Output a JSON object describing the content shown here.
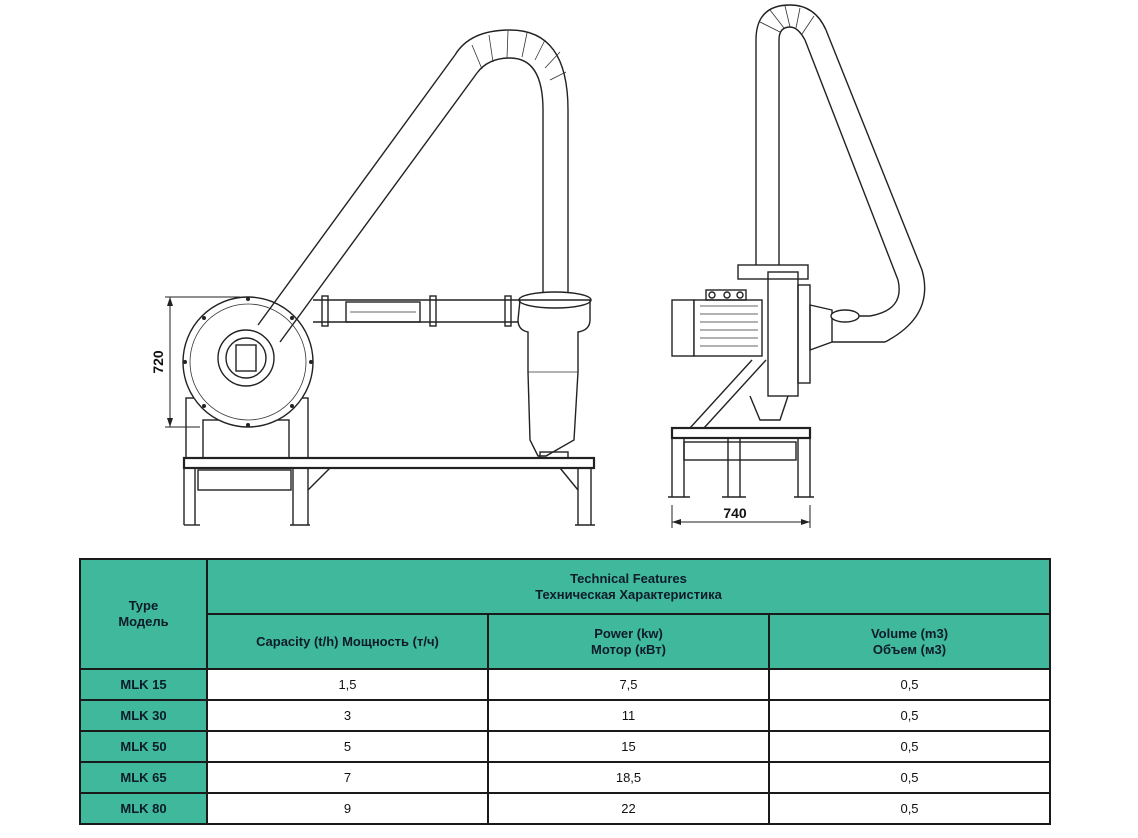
{
  "drawing": {
    "dim_height": "720",
    "dim_width": "740"
  },
  "table": {
    "type_header_en": "Type",
    "type_header_ru": "Модель",
    "group_header_en": "Technical Features",
    "group_header_ru": "Техническая Характеристика",
    "columns": {
      "capacity": "Capacity (t/h) Мощность (т/ч)",
      "power_en": "Power (kw)",
      "power_ru": "Мотор (кВт)",
      "volume_en": "Volume (m3)",
      "volume_ru": "Объем (м3)"
    },
    "rows": [
      {
        "type": "MLK 15",
        "capacity": "1,5",
        "power": "7,5",
        "volume": "0,5"
      },
      {
        "type": "MLK 30",
        "capacity": "3",
        "power": "11",
        "volume": "0,5"
      },
      {
        "type": "MLK 50",
        "capacity": "5",
        "power": "15",
        "volume": "0,5"
      },
      {
        "type": "MLK 65",
        "capacity": "7",
        "power": "18,5",
        "volume": "0,5"
      },
      {
        "type": "MLK 80",
        "capacity": "9",
        "power": "22",
        "volume": "0,5"
      }
    ]
  },
  "colors": {
    "header_green": "#3fb89b"
  }
}
